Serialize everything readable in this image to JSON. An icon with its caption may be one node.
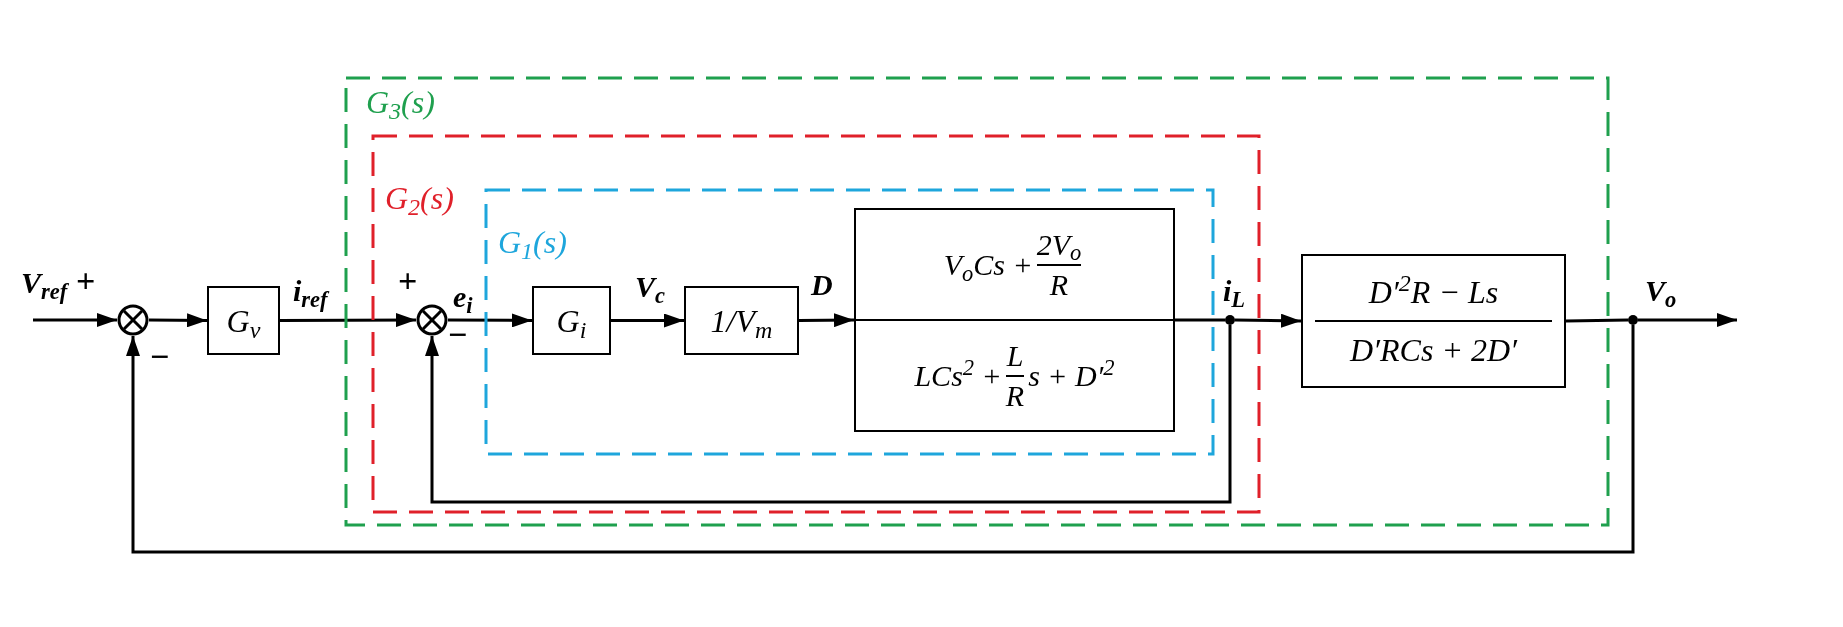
{
  "diagram": {
    "nodes": [
      {
        "text": [
          "G$_{3}$(s)"
        ]
      },
      {
        "text": [
          "G$_{2}$(s)"
        ],
        "in": 0
      },
      {
        "text": [
          "G$_{1}$(s)"
        ],
        "in": 1
      },
      {
        "text": [],
        "shape": "circle"
      },
      {
        "text": [
          "G$_{v}$"
        ]
      },
      {
        "text": [],
        "shape": "circle",
        "in": 1
      },
      {
        "text": [
          "G$_{i}$"
        ],
        "in": 2
      },
      {
        "text": [
          "1/V$_{m}$"
        ],
        "in": 2
      },
      {
        "text": [
          "V$_{o}$Cs +",
          "2V$_{o}$",
          "R",
          "LCs$^{2}$ +",
          "L",
          "R",
          "s + D′$^{2}$"
        ],
        "in": 2
      },
      {
        "text": [],
        "shape": "circle",
        "in": 1
      },
      {
        "text": [
          "D′$^{2}$R − Ls",
          "D′RCs + 2D′"
        ],
        "in": 0
      },
      {
        "text": [],
        "shape": "circle"
      }
    ],
    "edges": [
      {
        "from": null,
        "to": 3,
        "arrow": "to",
        "label": "V$_{ref}$"
      },
      {
        "from": 3,
        "to": 4,
        "arrow": "to"
      },
      {
        "from": 4,
        "to": 5,
        "arrow": "to",
        "label": "i$_{ref}$"
      },
      {
        "from": 5,
        "to": 6,
        "arrow": "to",
        "label": "e$_{i}$"
      },
      {
        "from": 6,
        "to": 7,
        "arrow": "to",
        "label": "V$_{c}$"
      },
      {
        "from": 7,
        "to": 8,
        "arrow": "to",
        "label": "D"
      },
      {
        "from": 8,
        "to": 9,
        "arrow": "none"
      },
      {
        "from": 9,
        "to": 10,
        "arrow": "to",
        "label": "i$_{L}$"
      },
      {
        "from": 10,
        "to": 11,
        "arrow": "none"
      },
      {
        "from": 11,
        "to": null,
        "arrow": "to",
        "label": "V$_{o}$"
      },
      {
        "from": 9,
        "to": 5,
        "arrow": "to"
      },
      {
        "from": 11,
        "to": 3,
        "arrow": "to"
      }
    ],
    "labels": [
      "+",
      "−",
      "+",
      "−"
    ]
  }
}
